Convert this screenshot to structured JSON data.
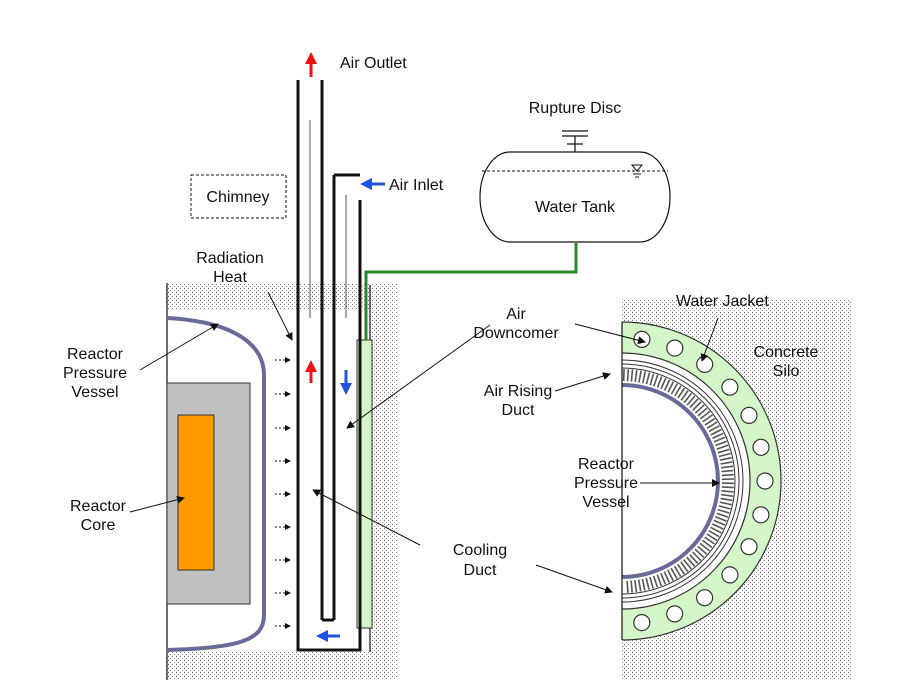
{
  "labels": {
    "air_outlet": "Air Outlet",
    "air_inlet": "Air Inlet",
    "rupture_disc": "Rupture Disc",
    "water_tank": "Water Tank",
    "chimney": "Chimney",
    "radiation_heat_1": "Radiation",
    "radiation_heat_2": "Heat",
    "rpv_left_1": "Reactor",
    "rpv_left_2": "Pressure",
    "rpv_left_3": "Vessel",
    "reactor_core_1": "Reactor",
    "reactor_core_2": "Core",
    "air_downcomer_1": "Air",
    "air_downcomer_2": "Downcomer",
    "water_jacket": "Water Jacket",
    "concrete_silo_1": "Concrete",
    "concrete_silo_2": "Silo",
    "air_rising_duct_1": "Air Rising",
    "air_rising_duct_2": "Duct",
    "rpv_right_1": "Reactor",
    "rpv_right_2": "Pressure",
    "rpv_right_3": "Vessel",
    "cooling_duct_1": "Cooling",
    "cooling_duct_2": "Duct"
  },
  "colors": {
    "flow_up": "#ee1111",
    "flow_down": "#2255dd",
    "vessel": "#6a6a9a",
    "core": "#ff9900",
    "core_block": "#c0c0c0",
    "water_jacket": "#d4f5c8",
    "pipe": "#2a8a2a"
  }
}
